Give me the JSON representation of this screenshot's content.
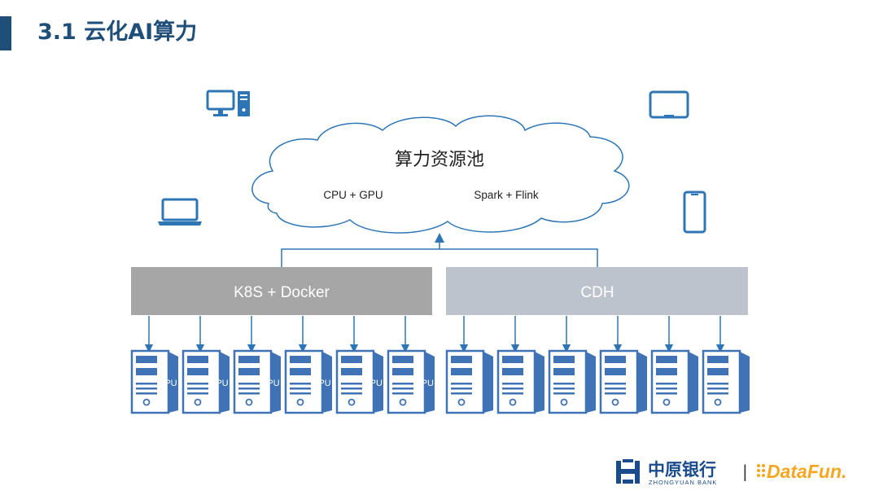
{
  "page": {
    "title": "3.1 云化AI算力"
  },
  "cloud": {
    "title": "算力资源池",
    "items": [
      "CPU + GPU",
      "Spark + Flink"
    ]
  },
  "platforms": [
    {
      "label": "K8S + Docker",
      "color": "#a6a6a6"
    },
    {
      "label": "CDH",
      "color": "#bdc3cc"
    }
  ],
  "server_groups": [
    {
      "platform": "K8S + Docker",
      "servers": [
        "CPU",
        "CPU",
        "CPU",
        "CPU",
        "GPU",
        "GPU"
      ]
    },
    {
      "platform": "CDH",
      "servers": [
        "",
        "",
        "",
        "",
        "",
        ""
      ]
    }
  ],
  "client_devices": [
    "desktop-icon",
    "laptop-icon",
    "tablet-icon",
    "phone-icon"
  ],
  "colors": {
    "accent": "#1f4e79",
    "icon": "#2e75b6",
    "server": "#3f73b5"
  },
  "footer": {
    "bank_name_cn": "中原银行",
    "bank_name_en": "ZHONGYUAN BANK",
    "separator": "|",
    "partner": "DataFun."
  }
}
